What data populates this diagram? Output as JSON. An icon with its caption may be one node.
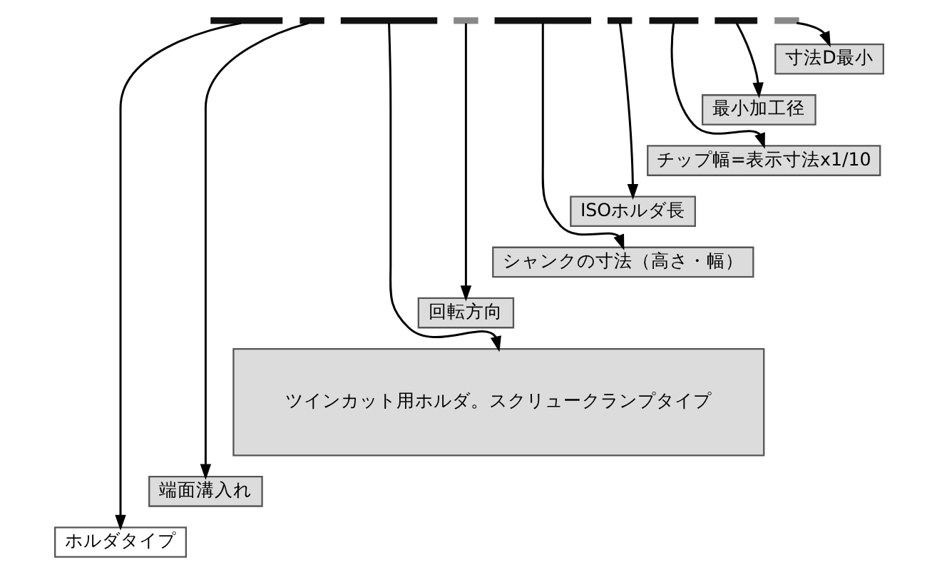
{
  "diagram": {
    "nodes": [
      {
        "text": [],
        "shape": "bar"
      },
      {
        "text": [],
        "shape": "bar"
      },
      {
        "text": [],
        "shape": "bar"
      },
      {
        "text": [],
        "shape": "bar"
      },
      {
        "text": [],
        "shape": "bar"
      },
      {
        "text": [],
        "shape": "bar"
      },
      {
        "text": [],
        "shape": "bar"
      },
      {
        "text": [],
        "shape": "bar"
      },
      {
        "text": [],
        "shape": "bar"
      },
      {
        "text": [
          "寸法D最小"
        ]
      },
      {
        "text": [
          "最小加工径"
        ]
      },
      {
        "text": [
          "チップ幅=表示寸法x1/10"
        ]
      },
      {
        "text": [
          "ISOホルダ長"
        ]
      },
      {
        "text": [
          "シャンクの寸法（高さ・幅）"
        ]
      },
      {
        "text": [
          "回転方向"
        ]
      },
      {
        "text": [
          "ツインカット用ホルダ。スクリュークランプタイプ"
        ]
      },
      {
        "text": [
          "端面溝入れ"
        ]
      },
      {
        "text": [
          "ホルダタイプ"
        ]
      }
    ],
    "edges": [
      {
        "from": 0,
        "to": 17,
        "arrow": "to"
      },
      {
        "from": 1,
        "to": 16,
        "arrow": "to"
      },
      {
        "from": 2,
        "to": 15,
        "arrow": "to"
      },
      {
        "from": 3,
        "to": 14,
        "arrow": "to"
      },
      {
        "from": 4,
        "to": 13,
        "arrow": "to"
      },
      {
        "from": 5,
        "to": 12,
        "arrow": "to"
      },
      {
        "from": 6,
        "to": 11,
        "arrow": "to"
      },
      {
        "from": 7,
        "to": 10,
        "arrow": "to"
      },
      {
        "from": 8,
        "to": 9,
        "arrow": "to"
      }
    ]
  }
}
